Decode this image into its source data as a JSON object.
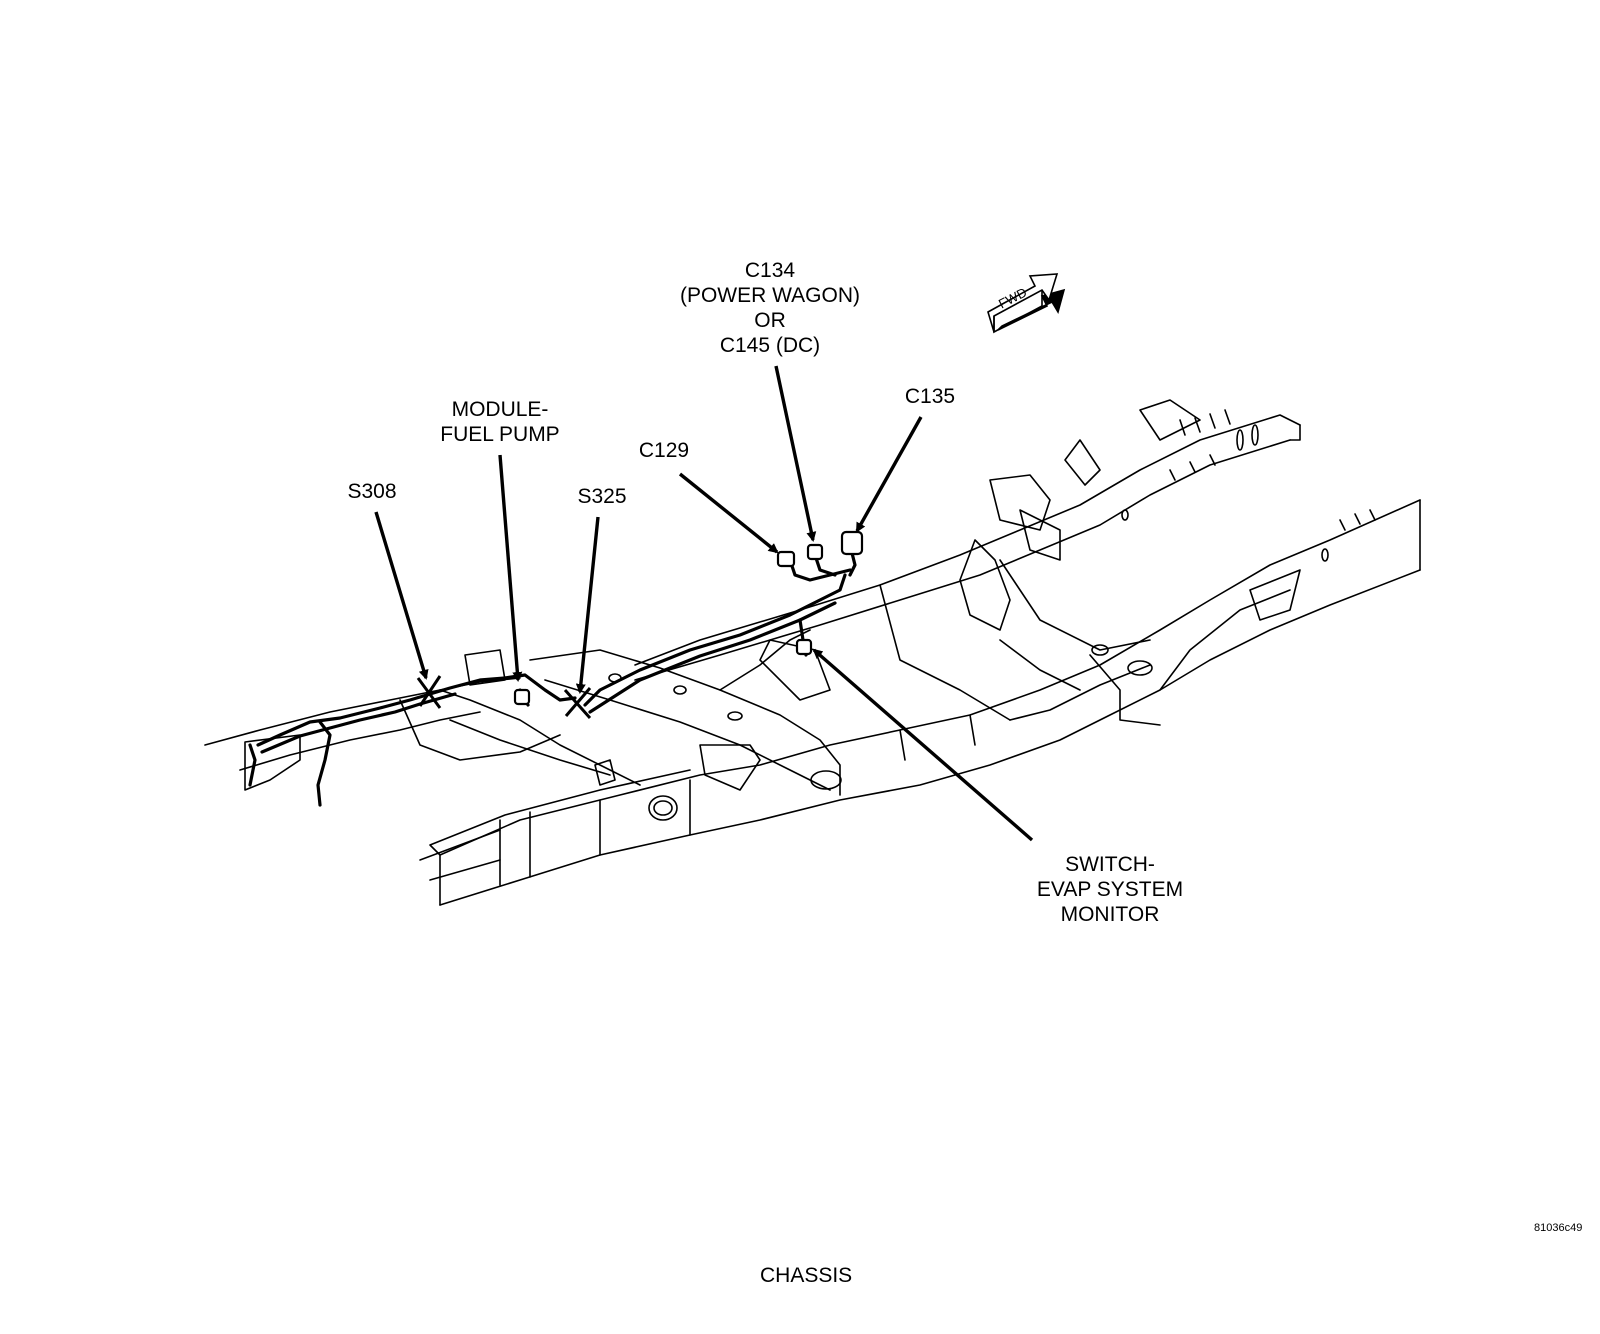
{
  "labels": {
    "c134": [
      "C134",
      "(POWER WAGON)",
      "OR",
      "C145 (DC)"
    ],
    "c135": "C135",
    "c129": "C129",
    "module_fuel_pump": [
      "MODULE-",
      "FUEL PUMP"
    ],
    "s308": "S308",
    "s325": "S325",
    "switch_evap": [
      "SWITCH-",
      "EVAP SYSTEM",
      "MONITOR"
    ],
    "fwd": "FWD"
  },
  "figure_id": "81036c49",
  "caption": "CHASSIS",
  "colors": {
    "ink": "#000000",
    "paper": "#ffffff"
  }
}
